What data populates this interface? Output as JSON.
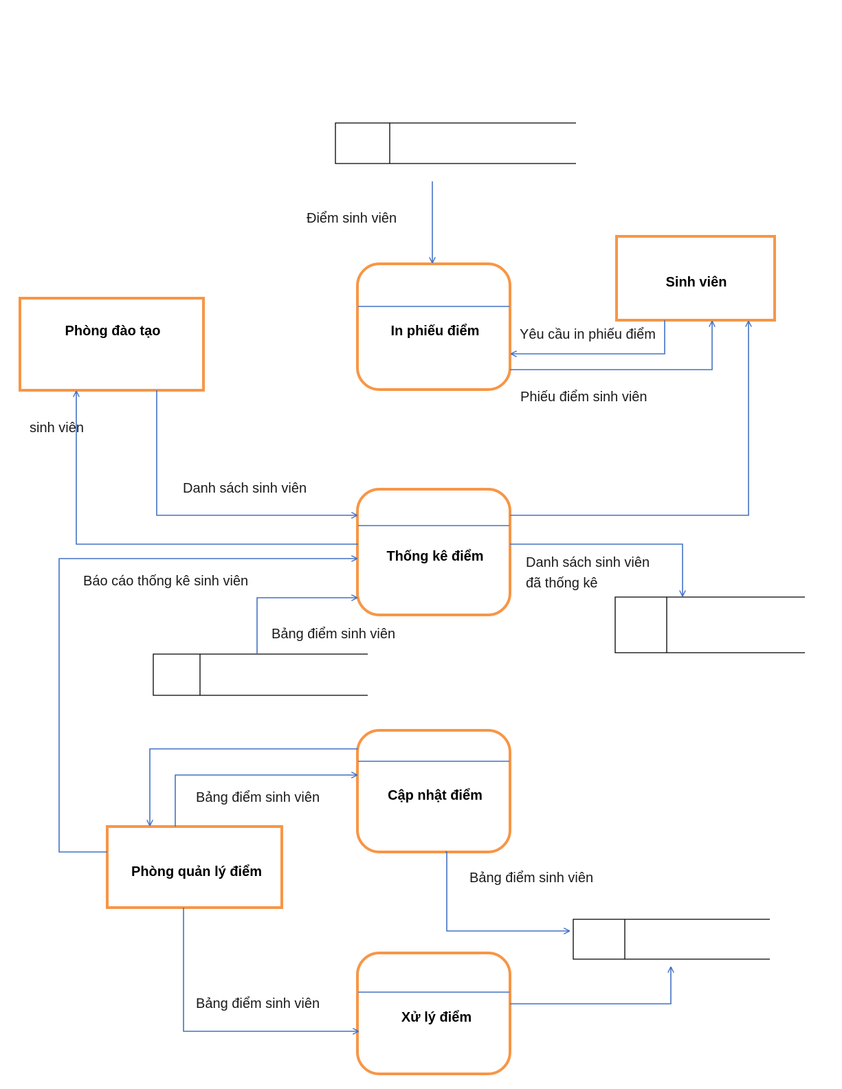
{
  "processes": {
    "in_phieu_diem": "In phiếu điểm",
    "thong_ke_diem": "Thống kê điểm",
    "cap_nhat_diem": "Cập nhật điểm",
    "xu_ly_diem": "Xử lý điểm"
  },
  "entities": {
    "sinh_vien": "Sinh viên",
    "phong_dao_tao": "Phòng đào tạo",
    "phong_quan_ly_diem": "Phòng quản lý điểm"
  },
  "flows": {
    "diem_sinh_vien": "Điểm sinh viên",
    "yeu_cau_in_phieu_diem": "Yêu cầu in phiếu điểm",
    "phieu_diem_sinh_vien": "Phiếu điểm sinh viên",
    "sinh_vien": "sinh viên",
    "danh_sach_sinh_vien": "Danh sách sinh viên",
    "danh_sach_da_thong_ke_line1": "Danh sách sinh viên",
    "danh_sach_da_thong_ke_line2": "đã thống kê",
    "bao_cao_thong_ke": "Báo cáo thống kê sinh viên",
    "bang_diem_to_thong_ke": "Bảng điểm sinh viên",
    "bang_diem_to_cap_nhat": "Bảng điểm sinh viên",
    "bang_diem_from_cap_nhat": "Bảng điểm sinh viên",
    "bang_diem_to_xu_ly": "Bảng điểm sinh viên"
  },
  "colors": {
    "box_border": "#f79646",
    "flow_line": "#4472c4",
    "store_line": "#000000"
  }
}
